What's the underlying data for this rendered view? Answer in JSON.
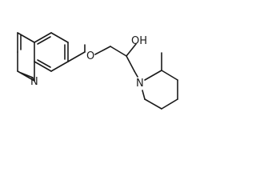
{
  "molecule": {
    "atoms": {
      "quinoline_n": "N",
      "ether_o": "O",
      "hydroxyl": "OH",
      "piperidine_n": "N"
    }
  },
  "colors": {
    "bond": "#1a1a1a",
    "background": "#ffffff"
  }
}
